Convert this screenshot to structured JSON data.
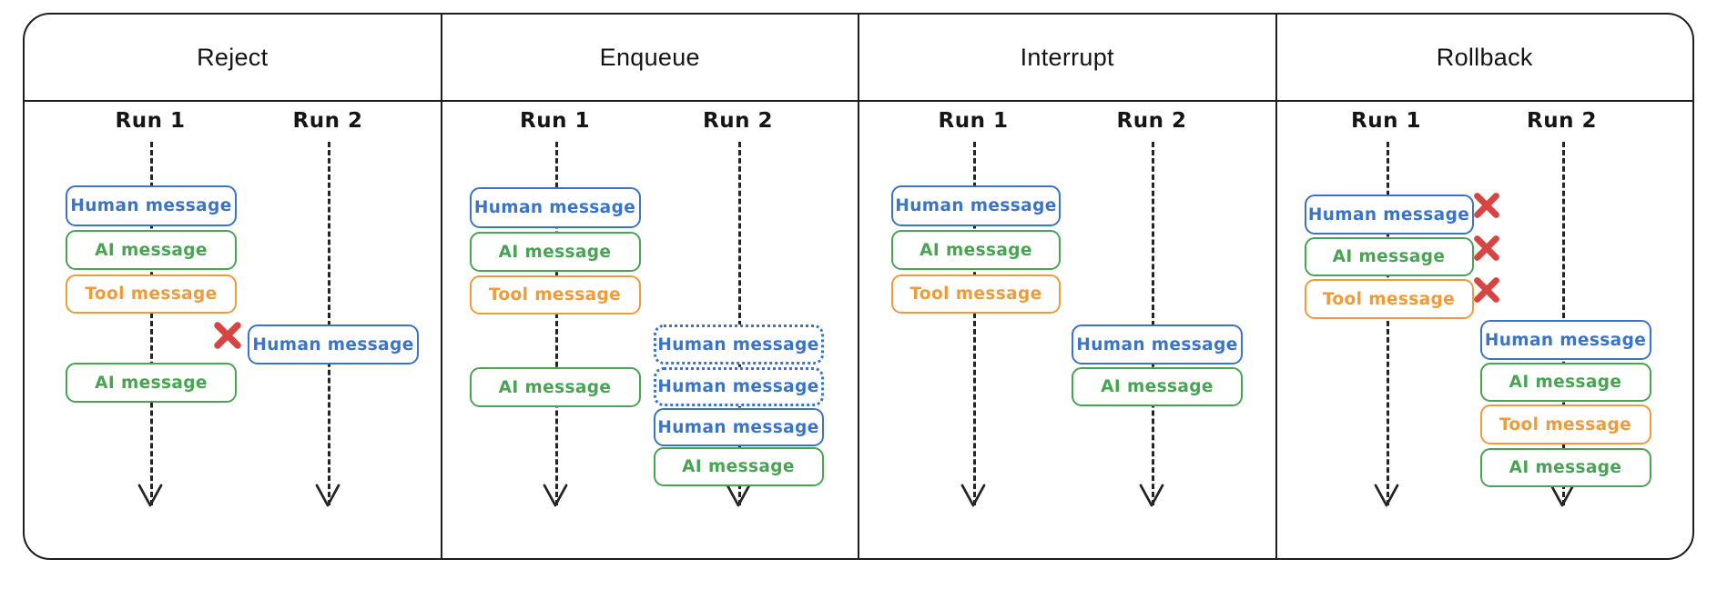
{
  "diagram": {
    "colors": {
      "human_message_blue": "#3a74c8",
      "ai_message_green": "#48a452",
      "tool_message_orange": "#f09b3a",
      "reject_x_red": "#d64541",
      "outline_black": "#1d1d1d"
    },
    "panels": [
      {
        "title": "Reject",
        "run1_label": "Run 1",
        "run2_label": "Run 2",
        "run1_boxes": [
          {
            "label": "Human message",
            "type": "human"
          },
          {
            "label": "AI message",
            "type": "ai"
          },
          {
            "label": "Tool message",
            "type": "tool"
          },
          {
            "label": "AI message",
            "type": "ai"
          }
        ],
        "run2_boxes": [
          {
            "label": "Human message",
            "type": "human",
            "marker": "rejected-x"
          }
        ]
      },
      {
        "title": "Enqueue",
        "run1_label": "Run 1",
        "run2_label": "Run 2",
        "run1_boxes": [
          {
            "label": "Human message",
            "type": "human"
          },
          {
            "label": "AI message",
            "type": "ai"
          },
          {
            "label": "Tool message",
            "type": "tool"
          },
          {
            "label": "AI message",
            "type": "ai"
          }
        ],
        "run2_boxes": [
          {
            "label": "Human message",
            "type": "human",
            "style": "queued-dotted"
          },
          {
            "label": "Human message",
            "type": "human",
            "style": "queued-dotted"
          },
          {
            "label": "Human message",
            "type": "human"
          },
          {
            "label": "AI message",
            "type": "ai"
          }
        ]
      },
      {
        "title": "Interrupt",
        "run1_label": "Run 1",
        "run2_label": "Run 2",
        "run1_boxes": [
          {
            "label": "Human message",
            "type": "human"
          },
          {
            "label": "AI message",
            "type": "ai"
          },
          {
            "label": "Tool message",
            "type": "tool"
          }
        ],
        "run2_boxes": [
          {
            "label": "Human message",
            "type": "human"
          },
          {
            "label": "AI message",
            "type": "ai"
          }
        ]
      },
      {
        "title": "Rollback",
        "run1_label": "Run 1",
        "run2_label": "Run 2",
        "run1_boxes": [
          {
            "label": "Human message",
            "type": "human",
            "marker": "rolled-back-x"
          },
          {
            "label": "AI message",
            "type": "ai",
            "marker": "rolled-back-x"
          },
          {
            "label": "Tool message",
            "type": "tool",
            "marker": "rolled-back-x"
          }
        ],
        "run2_boxes": [
          {
            "label": "Human message",
            "type": "human"
          },
          {
            "label": "AI message",
            "type": "ai"
          },
          {
            "label": "Tool message",
            "type": "tool"
          },
          {
            "label": "AI message",
            "type": "ai"
          }
        ]
      }
    ]
  }
}
